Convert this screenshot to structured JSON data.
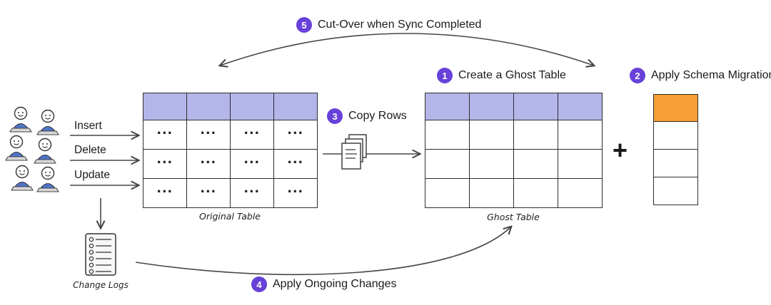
{
  "steps": {
    "step1": {
      "number": "1",
      "label": "Create a Ghost Table"
    },
    "step2": {
      "number": "2",
      "label": "Apply Schema Migration"
    },
    "step3": {
      "number": "3",
      "label": "Copy Rows"
    },
    "step4": {
      "number": "4",
      "label": "Apply Ongoing Changes"
    },
    "step5": {
      "number": "5",
      "label": "Cut-Over when Sync Completed"
    }
  },
  "operations": {
    "insert": "Insert",
    "delete": "Delete",
    "update": "Update"
  },
  "tables": {
    "original": {
      "caption": "Original Table",
      "cell_content": "...",
      "columns": 4,
      "data_rows": 3
    },
    "ghost": {
      "caption": "Ghost Table",
      "columns": 4,
      "data_rows": 3
    },
    "migration": {
      "columns": 1,
      "data_rows": 3
    }
  },
  "change_logs": {
    "caption": "Change Logs"
  },
  "plus_sign": "+",
  "icons": {
    "users": "users-at-laptops-icon",
    "documents": "copy-documents-icon",
    "change_logs": "change-log-list-icon"
  },
  "colors": {
    "badge_purple": "#6741d9",
    "table_header_lavender": "#b4b5e8",
    "migration_header_orange": "#f59f35",
    "arrow": "#474747"
  }
}
